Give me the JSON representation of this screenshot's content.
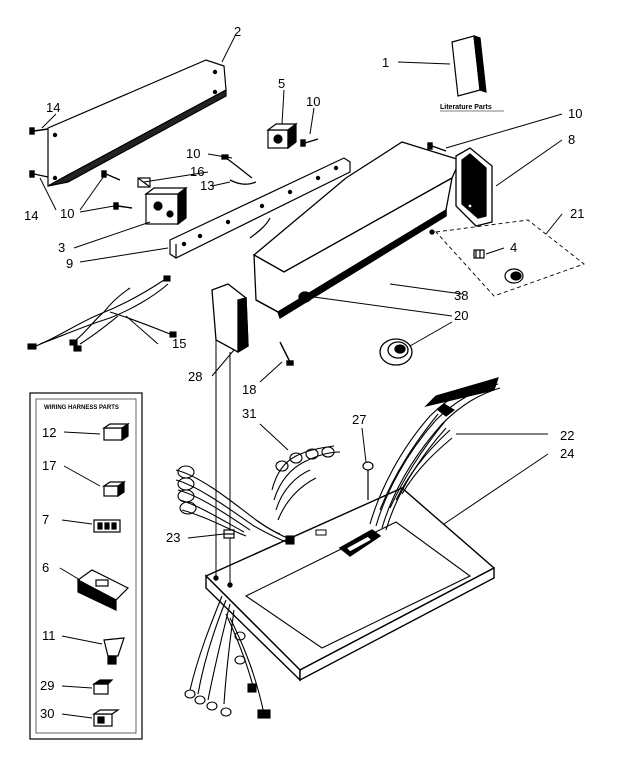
{
  "diagram": {
    "literature_label": "Literature Parts",
    "harness_box_title": "WIRING HARNESS PARTS",
    "callouts": {
      "c1": "1",
      "c2": "2",
      "c3": "3",
      "c4": "4",
      "c5": "5",
      "c6": "6",
      "c7": "7",
      "c8": "8",
      "c9": "9",
      "c10a": "10",
      "c10b": "10",
      "c10c": "10",
      "c10d": "10",
      "c11": "11",
      "c12": "12",
      "c13": "13",
      "c14a": "14",
      "c14b": "14",
      "c15": "15",
      "c16": "16",
      "c17": "17",
      "c18": "18",
      "c20": "20",
      "c21": "21",
      "c22": "22",
      "c23": "23",
      "c24": "24",
      "c27": "27",
      "c28": "28",
      "c29": "29",
      "c30": "30",
      "c31": "31",
      "c38": "38"
    }
  }
}
